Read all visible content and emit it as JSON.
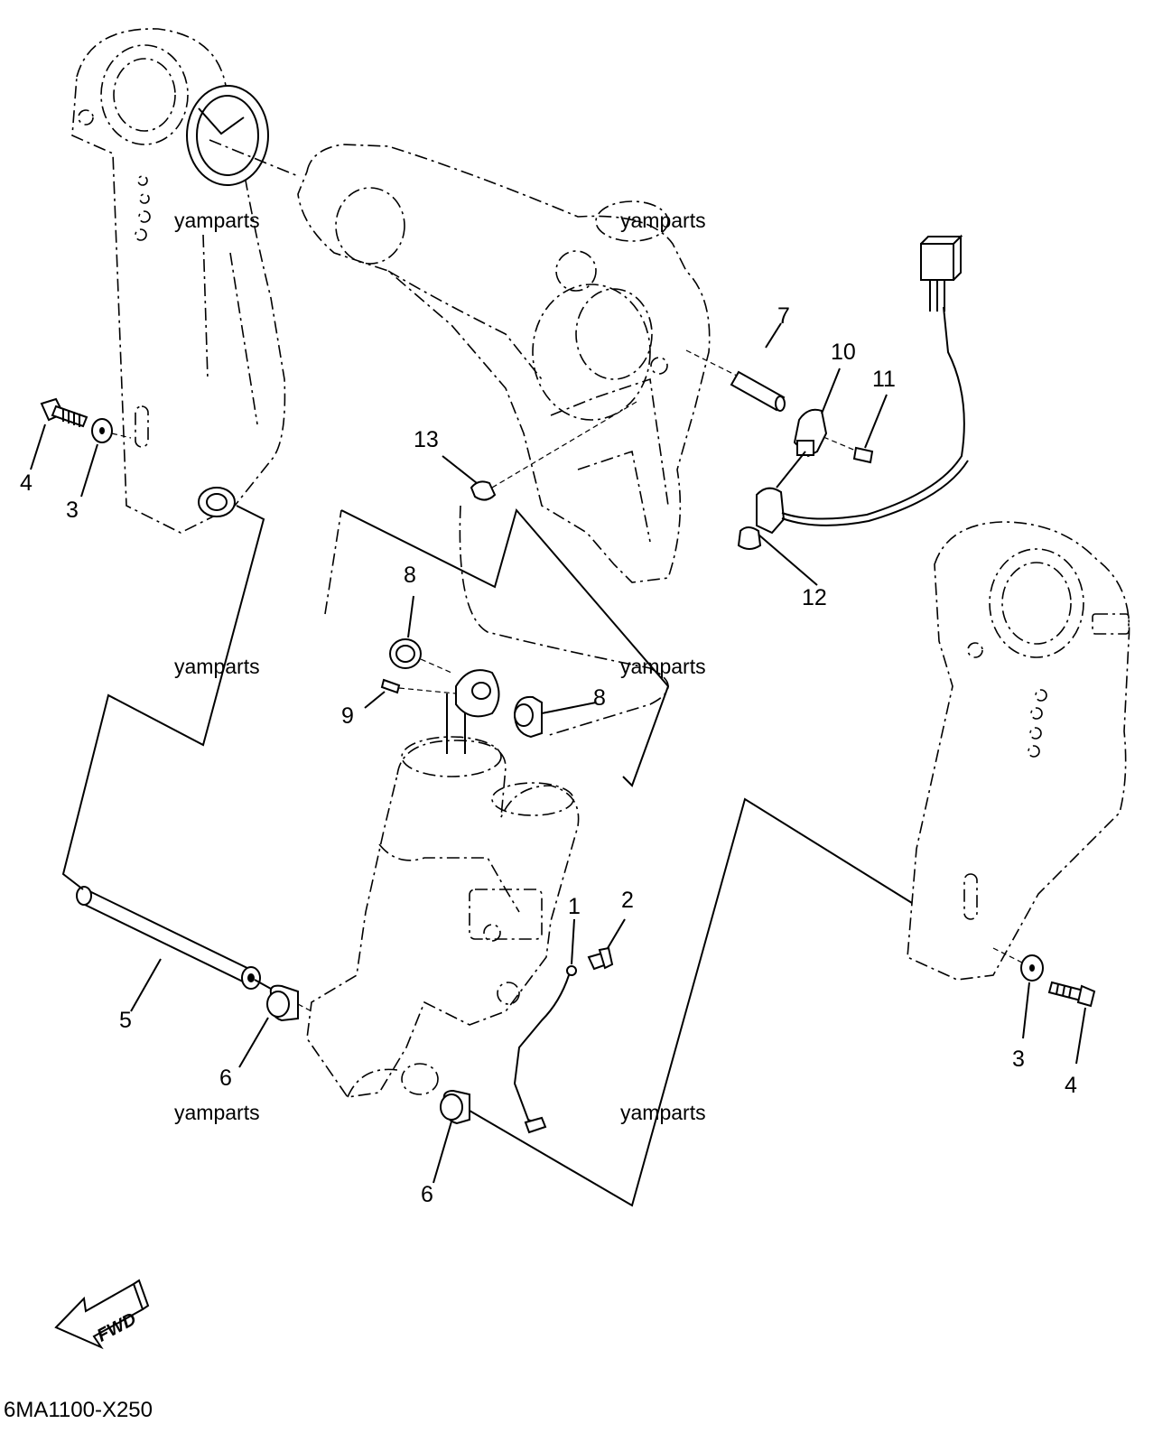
{
  "diagram": {
    "code": "6MA1100-X250",
    "watermark": "yamparts",
    "fwd_label": "FWD",
    "callouts": [
      "1",
      "2",
      "3",
      "4",
      "5",
      "6",
      "7",
      "8",
      "9",
      "10",
      "11",
      "12",
      "13"
    ]
  },
  "colors": {
    "ink": "#000000",
    "paper": "#ffffff"
  }
}
